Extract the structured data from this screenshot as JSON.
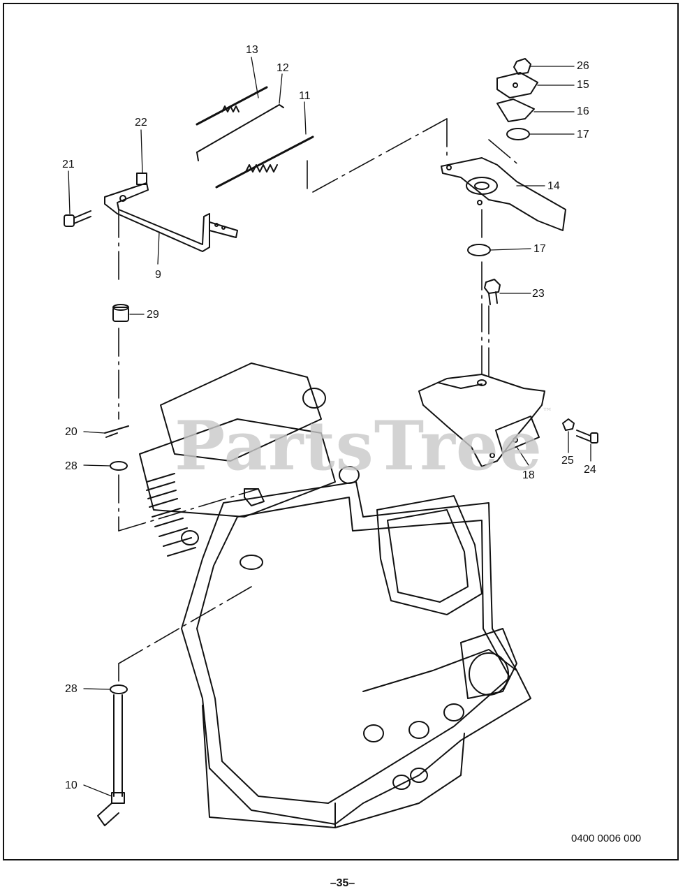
{
  "watermark": {
    "text": "PartsTree",
    "mark": "™"
  },
  "callouts": {
    "c9": "9",
    "c10": "10",
    "c11": "11",
    "c12": "12",
    "c13": "13",
    "c14": "14",
    "c15": "15",
    "c16": "16",
    "c17a": "17",
    "c17b": "17",
    "c18": "18",
    "c20": "20",
    "c21": "21",
    "c22": "22",
    "c23": "23",
    "c24": "24",
    "c25": "25",
    "c26": "26",
    "c28a": "28",
    "c28b": "28",
    "c29": "29"
  },
  "drawing_code": "0400 0006 000",
  "page_number": "–35–"
}
